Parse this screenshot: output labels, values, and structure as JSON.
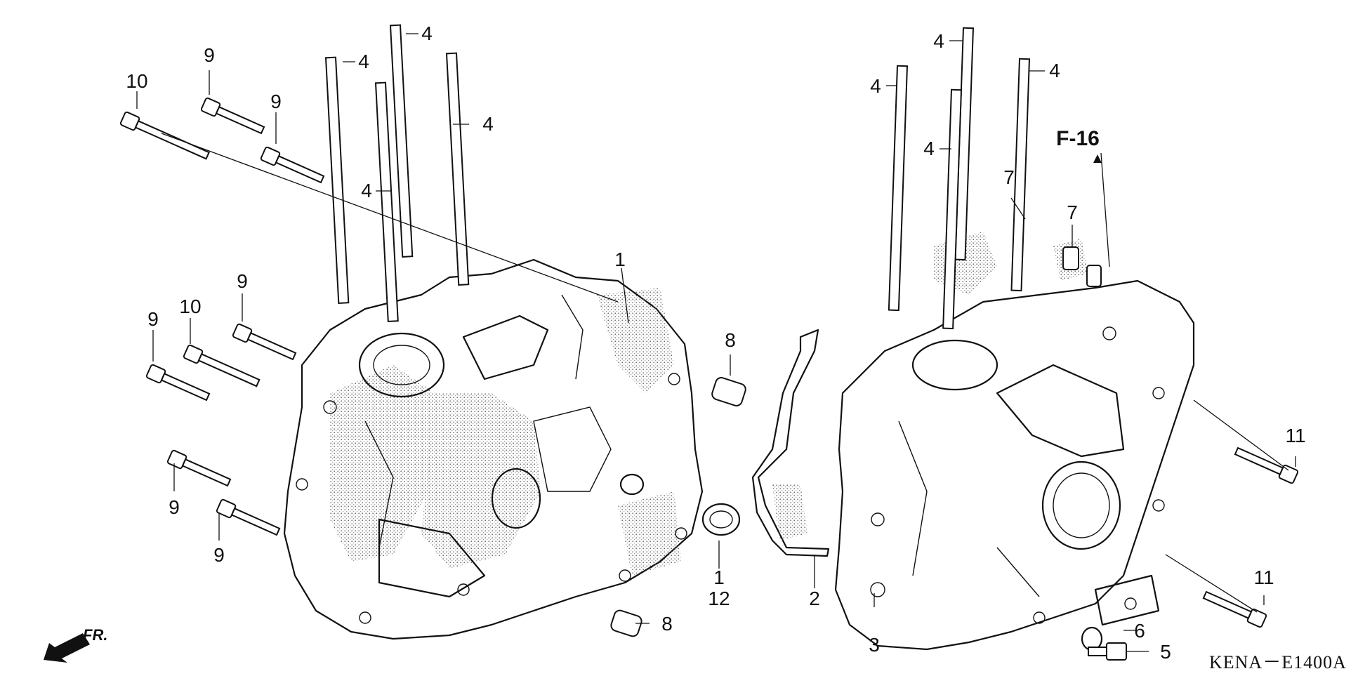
{
  "diagram": {
    "reference": "F-16",
    "code": "KENA－E1400A",
    "direction": "FR.",
    "callouts": {
      "c_10a": "10",
      "c_9a": "9",
      "c_9b": "9",
      "c_4a": "4",
      "c_4b": "4",
      "c_4c": "4",
      "c_4d": "4",
      "c_1a": "1",
      "c_9c": "9",
      "c_10b": "10",
      "c_9d": "9",
      "c_8a": "8",
      "c_9e": "9",
      "c_9f": "9",
      "c_1b": "1",
      "c_12": "12",
      "c_8b": "8",
      "c_2": "2",
      "c_3": "3",
      "c_4e": "4",
      "c_4f": "4",
      "c_4g": "4",
      "c_4h": "4",
      "c_7a": "7",
      "c_7b": "7",
      "c_11a": "11",
      "c_11b": "11",
      "c_6": "6",
      "c_5": "5"
    }
  }
}
